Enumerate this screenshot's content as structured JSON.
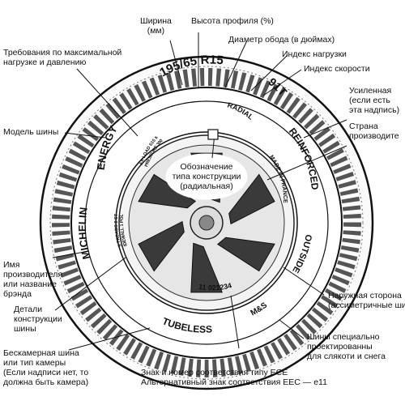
{
  "annotations": {
    "width": [
      "Ширина",
      "(мм)"
    ],
    "profile_height": [
      "Высота профиля (%)"
    ],
    "rim_diameter": [
      "Диаметр обода (в дюймах)"
    ],
    "load_index": [
      "Индекс нагрузки"
    ],
    "speed_index": [
      "Индекс скорости"
    ],
    "max_load": [
      "Требования по максимальной",
      "нагрузке и давлению"
    ],
    "reinforced": [
      "Усиленная",
      "(если есть",
      "эта  надпись)"
    ],
    "country": [
      "Страна",
      "производите"
    ],
    "tire_model": [
      "Модель шины"
    ],
    "construction": [
      "Обозначение",
      "типа конструкции",
      "(радиальная)"
    ],
    "manufacturer": [
      "Имя",
      "производителя",
      "или название",
      "брэнда"
    ],
    "details": [
      "Детали",
      "конструкции",
      "шины"
    ],
    "outside": [
      "Наружная сторона",
      "(ассиметричные ши"
    ],
    "mud_snow": [
      "Шины специально",
      "проектированны",
      "для  слякоти и снега"
    ],
    "tubeless": [
      "Бескамерная шина",
      "или тип камеры",
      "(Если надписи нет, то",
      " должна быть камера)"
    ],
    "ece": [
      "Знак и номер соответствия типу ECE",
      "Альтернативный знак соответствия EEC — e11"
    ]
  },
  "tire_text": {
    "size": "195/65 R15",
    "load_speed": "91T",
    "radial": "RADIAL",
    "reinforced": "REINFORCED",
    "made_in": "MADE IN FRANCE",
    "energy": "ENERGY",
    "michelin": "MICHELIN",
    "outside": "OUTSIDE",
    "mud_snow": "M&S",
    "tubeless": "TUBELESS",
    "ece_number": "11 021234",
    "max_load": "MAX LOAD 615 kg",
    "max_pressure": "MAX PRESSURE 300 kPa",
    "plies": "PLIES TREADS 2 STEEL",
    "sidewall": "SIDEWALL 1 POLY"
  },
  "colors": {
    "line": "#111111",
    "tread": "#333333",
    "wheel_dark": "#3a3a3a"
  }
}
